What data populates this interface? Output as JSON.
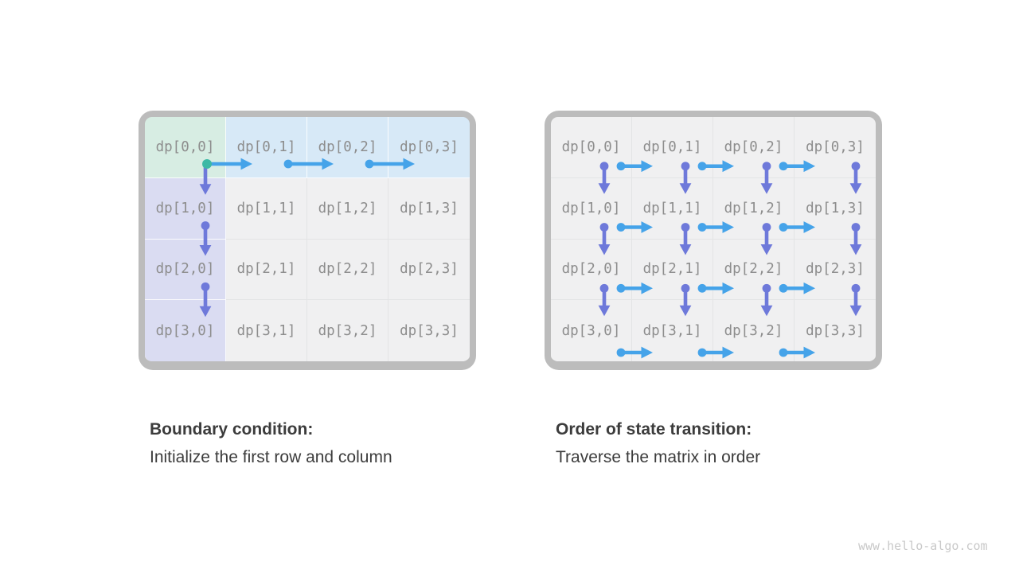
{
  "page": {
    "background": "#ffffff",
    "watermark": "www.hello-algo.com"
  },
  "colors": {
    "arrow_blue": "#45a3e9",
    "arrow_purple": "#6e79da",
    "dot_teal": "#3cb9a5",
    "cell_green": "#d7ede3",
    "cell_blue": "#d7e9f7",
    "cell_purple": "#dadcf2",
    "cell_gray": "#f0f0f1",
    "frame_gray": "#bcbcbc",
    "label_gray": "#8d8d8d",
    "caption_text": "#3c3c3c",
    "watermark_gray": "#c9c9c9"
  },
  "left_figure": {
    "caption_title": "Boundary condition:",
    "caption_subtitle": "Initialize the first row and column",
    "grid": {
      "labels": [
        [
          "dp[0,0]",
          "dp[0,1]",
          "dp[0,2]",
          "dp[0,3]"
        ],
        [
          "dp[1,0]",
          "dp[1,1]",
          "dp[1,2]",
          "dp[1,3]"
        ],
        [
          "dp[2,0]",
          "dp[2,1]",
          "dp[2,2]",
          "dp[2,3]"
        ],
        [
          "dp[3,0]",
          "dp[3,1]",
          "dp[3,2]",
          "dp[3,3]"
        ]
      ],
      "cell_colors": [
        [
          "green",
          "blue",
          "blue",
          "blue"
        ],
        [
          "purple",
          "gray",
          "gray",
          "gray"
        ],
        [
          "purple",
          "gray",
          "gray",
          "gray"
        ],
        [
          "purple",
          "gray",
          "gray",
          "gray"
        ]
      ],
      "arrow_style": "chain",
      "arrows": [
        {
          "dir": "down",
          "row": 0,
          "col": 0,
          "dot": "none"
        },
        {
          "dir": "down",
          "row": 1,
          "col": 0,
          "dot": "purple"
        },
        {
          "dir": "down",
          "row": 2,
          "col": 0,
          "dot": "purple"
        },
        {
          "dir": "right",
          "row": 0,
          "col": 0,
          "dot": "teal"
        },
        {
          "dir": "right",
          "row": 0,
          "col": 1,
          "dot": "blue"
        },
        {
          "dir": "right",
          "row": 0,
          "col": 2,
          "dot": "blue"
        }
      ]
    }
  },
  "right_figure": {
    "caption_title": "Order of state transition:",
    "caption_subtitle": "Traverse the matrix in order",
    "grid": {
      "labels": [
        [
          "dp[0,0]",
          "dp[0,1]",
          "dp[0,2]",
          "dp[0,3]"
        ],
        [
          "dp[1,0]",
          "dp[1,1]",
          "dp[1,2]",
          "dp[1,3]"
        ],
        [
          "dp[2,0]",
          "dp[2,1]",
          "dp[2,2]",
          "dp[2,3]"
        ],
        [
          "dp[3,0]",
          "dp[3,1]",
          "dp[3,2]",
          "dp[3,3]"
        ]
      ],
      "cell_colors": [
        [
          "gray",
          "gray",
          "gray",
          "gray"
        ],
        [
          "gray",
          "gray",
          "gray",
          "gray"
        ],
        [
          "gray",
          "gray",
          "gray",
          "gray"
        ],
        [
          "gray",
          "gray",
          "gray",
          "gray"
        ]
      ],
      "arrow_style": "compact",
      "arrows": [
        {
          "dir": "down",
          "row": 0,
          "col": 0,
          "dot": "purple"
        },
        {
          "dir": "down",
          "row": 0,
          "col": 1,
          "dot": "purple"
        },
        {
          "dir": "down",
          "row": 0,
          "col": 2,
          "dot": "purple"
        },
        {
          "dir": "down",
          "row": 0,
          "col": 3,
          "dot": "purple"
        },
        {
          "dir": "down",
          "row": 1,
          "col": 0,
          "dot": "purple"
        },
        {
          "dir": "down",
          "row": 1,
          "col": 1,
          "dot": "purple"
        },
        {
          "dir": "down",
          "row": 1,
          "col": 2,
          "dot": "purple"
        },
        {
          "dir": "down",
          "row": 1,
          "col": 3,
          "dot": "purple"
        },
        {
          "dir": "down",
          "row": 2,
          "col": 0,
          "dot": "purple"
        },
        {
          "dir": "down",
          "row": 2,
          "col": 1,
          "dot": "purple"
        },
        {
          "dir": "down",
          "row": 2,
          "col": 2,
          "dot": "purple"
        },
        {
          "dir": "down",
          "row": 2,
          "col": 3,
          "dot": "purple"
        },
        {
          "dir": "right",
          "row": 0,
          "col": 0,
          "dot": "blue"
        },
        {
          "dir": "right",
          "row": 0,
          "col": 1,
          "dot": "blue"
        },
        {
          "dir": "right",
          "row": 0,
          "col": 2,
          "dot": "blue"
        },
        {
          "dir": "right",
          "row": 1,
          "col": 0,
          "dot": "blue"
        },
        {
          "dir": "right",
          "row": 1,
          "col": 1,
          "dot": "blue"
        },
        {
          "dir": "right",
          "row": 1,
          "col": 2,
          "dot": "blue"
        },
        {
          "dir": "right",
          "row": 2,
          "col": 0,
          "dot": "blue"
        },
        {
          "dir": "right",
          "row": 2,
          "col": 1,
          "dot": "blue"
        },
        {
          "dir": "right",
          "row": 2,
          "col": 2,
          "dot": "blue"
        },
        {
          "dir": "right",
          "row": 3,
          "col": 0,
          "dot": "blue"
        },
        {
          "dir": "right",
          "row": 3,
          "col": 1,
          "dot": "blue"
        },
        {
          "dir": "right",
          "row": 3,
          "col": 2,
          "dot": "blue"
        }
      ]
    }
  }
}
